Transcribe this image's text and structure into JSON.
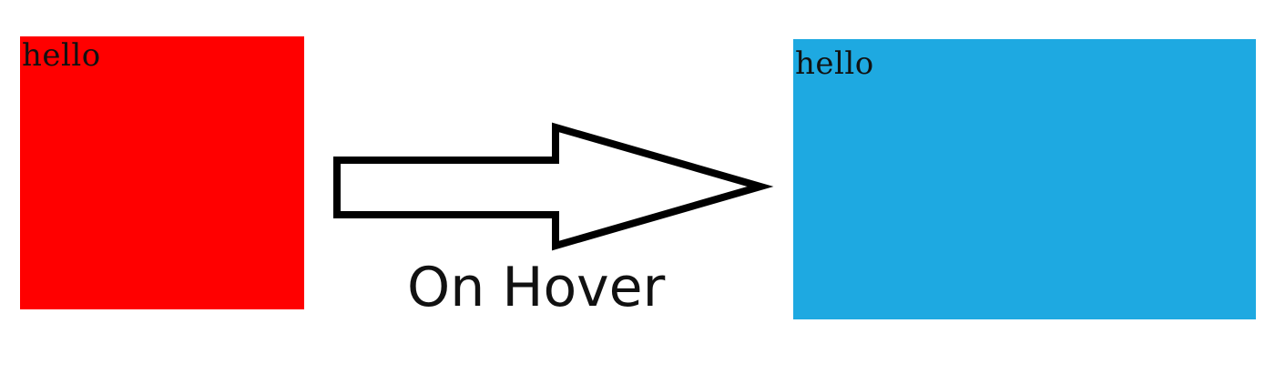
{
  "before_box": {
    "text": "hello",
    "color": "#ff0000"
  },
  "after_box": {
    "text": "hello",
    "color": "#1ea9e1"
  },
  "arrow": {
    "icon": "right-arrow-icon",
    "stroke_color": "#000000",
    "fill_color": "#ffffff"
  },
  "caption": {
    "label": "On Hover"
  }
}
